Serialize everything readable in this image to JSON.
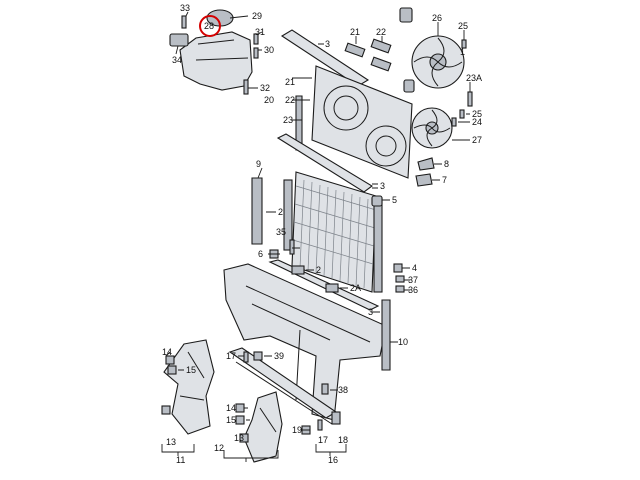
{
  "callouts": {
    "c33": "33",
    "c29": "29",
    "c28": "28",
    "c31": "31",
    "c30": "30",
    "c34": "34",
    "c32": "32",
    "c3a": "3",
    "c22": "22",
    "c21a": "21",
    "c26": "26",
    "c25a": "25",
    "c1": "1",
    "c21b": "21",
    "c20": "20",
    "c22b": "22",
    "c23": "23",
    "c23a": "23A",
    "c25b": "25",
    "c24": "24",
    "c27": "27",
    "c8": "8",
    "c7": "7",
    "c9": "9",
    "c3b": "3",
    "c5": "5",
    "c2a": "2",
    "c35": "35",
    "c6": "6",
    "c2b": "2",
    "c4": "4",
    "c37": "37",
    "c36": "36",
    "c2c": "2A",
    "c3c": "3",
    "c10": "10",
    "c14a": "14",
    "c15a": "15",
    "c17a": "17",
    "c39": "39",
    "c38": "38",
    "c14b": "14",
    "c15b": "15",
    "c13a": "13",
    "c11": "11",
    "c12": "12",
    "c13b": "13",
    "c19": "19",
    "c17b": "17",
    "c18": "18",
    "c16": "16"
  },
  "colors": {
    "highlight": "#d40000",
    "part_fill": "#dfe2e6",
    "ink": "#1c1c1c"
  }
}
